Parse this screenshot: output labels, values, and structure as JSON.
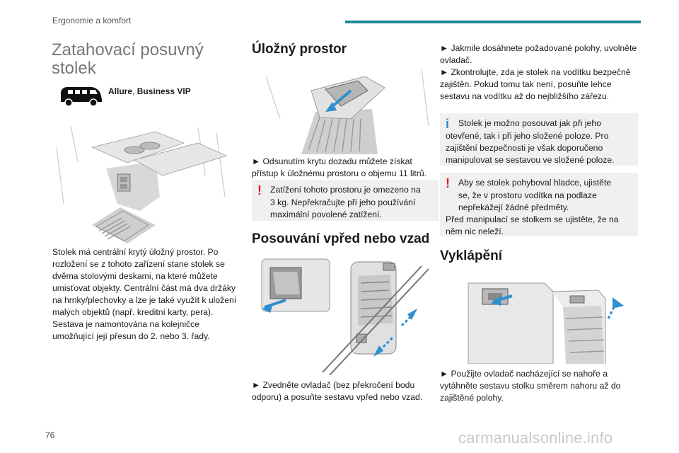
{
  "header": {
    "section": "Ergonomie a komfort",
    "accent_color": "#1b8a9a"
  },
  "col1": {
    "title": "Zatahovací posuvný stolek",
    "trim": {
      "bold1": "Allure",
      "sep": ", ",
      "bold2": "Business VIP"
    },
    "body": "Stolek má centrální krytý úložný prostor. Po rozložení se z tohoto zařízení stane stolek se dvěma stolovými deskami, na které můžete umisťovat objekty. Centrální část má dva držáky na hrnky/plechovky a lze je také využít k uložení malých objektů (např. kreditní karty, pera). Sestava je namontována na kolejničce umožňující její přesun do 2. nebo 3. řady."
  },
  "col2": {
    "h_storage": "Úložný prostor",
    "storage_step": "► Odsunutím krytu dozadu můžete získat přístup k úložnému prostoru o objemu 11 litrů.",
    "warn1_lead": "Zatížení tohoto prostoru je omezeno na",
    "warn1_rest": "3 kg. Nepřekračujte při jeho používání maximální povolené zatížení.",
    "h_slide": "Posouvání vpřed nebo vzad",
    "slide_step": "► Zvedněte ovladač (bez překročení bodu odporu) a posuňte sestavu vpřed nebo vzad."
  },
  "col3": {
    "step1": "► Jakmile dosáhnete požadované polohy, uvolněte ovladač.",
    "step2": "► Zkontrolujte, zda je stolek na vodítku bezpečně zajištěn. Pokud tomu tak není, posuňte lehce sestavu na vodítku až do nejbližšího zářezu.",
    "info_lead": "Stolek je možno posouvat jak při jeho",
    "info_rest": "otevřené, tak i při jeho složené poloze. Pro zajištění bezpečnosti je však doporučeno manipulovat se sestavou ve složené poloze.",
    "warn2_lead": "Aby se stolek pohyboval hladce, ujistěte",
    "warn2_rest": "se, že v prostoru vodítka na podlaze nepřekážejí žádné předměty.",
    "warn2_line3": "Před manipulací se stolkem se ujistěte, že na něm nic neleží.",
    "h_tilt": "Vyklápění",
    "tilt_step": "► Použijte ovladač nacházející se nahoře a vytáhněte sestavu stolku směrem nahoru až do zajištěné polohy."
  },
  "footer": {
    "page": "76",
    "watermark": "carmanualsonline.info"
  }
}
